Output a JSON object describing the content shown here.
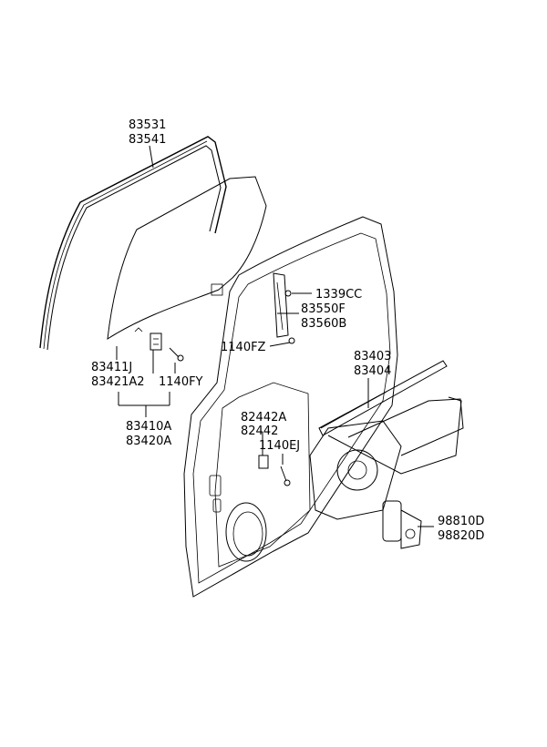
{
  "labels": {
    "weatherstrip_1": "83531",
    "weatherstrip_2": "83541",
    "glass_1": "83411J",
    "glass_2": "83421A2",
    "bolt_glass": "1140FY",
    "glass_assy_1": "83410A",
    "glass_assy_2": "83420A",
    "nut_channel": "1339CC",
    "channel_1": "83550F",
    "channel_2": "83560B",
    "bolt_channel": "1140FZ",
    "regulator_1": "83403",
    "regulator_2": "83404",
    "bracket_1": "82442A",
    "bracket_2": "82442",
    "bolt_bracket": "1140EJ",
    "motor_1": "98810D",
    "motor_2": "98820D"
  }
}
